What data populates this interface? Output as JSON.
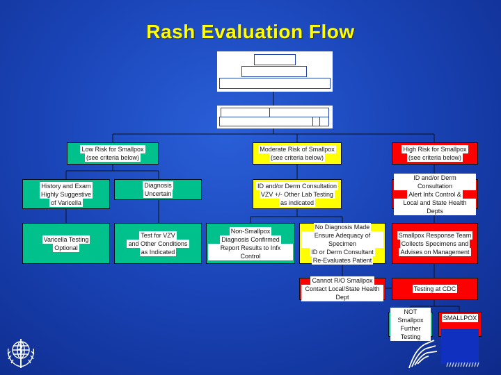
{
  "title": "Rash Evaluation Flow",
  "columns": {
    "low": {
      "header": [
        "Low Risk for Smallpox",
        "(see criteria below)"
      ],
      "rows": [
        [
          [
            "History and Exam",
            "Highly Suggestive",
            "of Varicella"
          ],
          [
            "Diagnosis",
            "Uncertain"
          ]
        ],
        [
          [
            "Varicella Testing",
            "Optional"
          ],
          [
            "Test for VZV",
            "and Other Conditions",
            "as Indicated"
          ]
        ]
      ]
    },
    "moderate": {
      "header": [
        "Moderate Risk of Smallpox",
        "(see criteria below)"
      ],
      "consult": [
        "ID and/or Derm Consultation",
        "VZV +/- Other Lab Testing",
        "as indicated"
      ],
      "left": [
        "Non-Smallpox",
        "Diagnosis Confirmed",
        "Report Results to Infx Control"
      ],
      "right": [
        "No Diagnosis Made",
        "Ensure Adequacy of Specimen",
        "ID or Derm Consultant",
        "Re-Evaluates Patient"
      ],
      "cannot": [
        "Cannot R/O Smallpox",
        "Contact Local/State Health Dept"
      ]
    },
    "high": {
      "header": [
        "High Risk for Smallpox",
        "(see criteria below)"
      ],
      "consult": [
        "ID and/or Derm Consultation",
        "Alert Infx Control &",
        "Local and State Health Depts"
      ],
      "team": [
        "Smallpox Response Team",
        "Collects Specimens and",
        "Advises on Management"
      ],
      "testing": [
        "Testing at CDC"
      ],
      "not_smallpox": [
        "NOT Smallpox",
        "Further Testing"
      ],
      "smallpox": [
        "SMALLPOX"
      ]
    }
  },
  "colors": {
    "background": "#1a45b8",
    "title": "#ffff00",
    "low": "#00c08c",
    "moderate": "#ffff00",
    "high": "#ff0000",
    "lines": "#111111"
  },
  "icons": [
    "who-emblem-icon",
    "hhs-eagle-icon"
  ]
}
